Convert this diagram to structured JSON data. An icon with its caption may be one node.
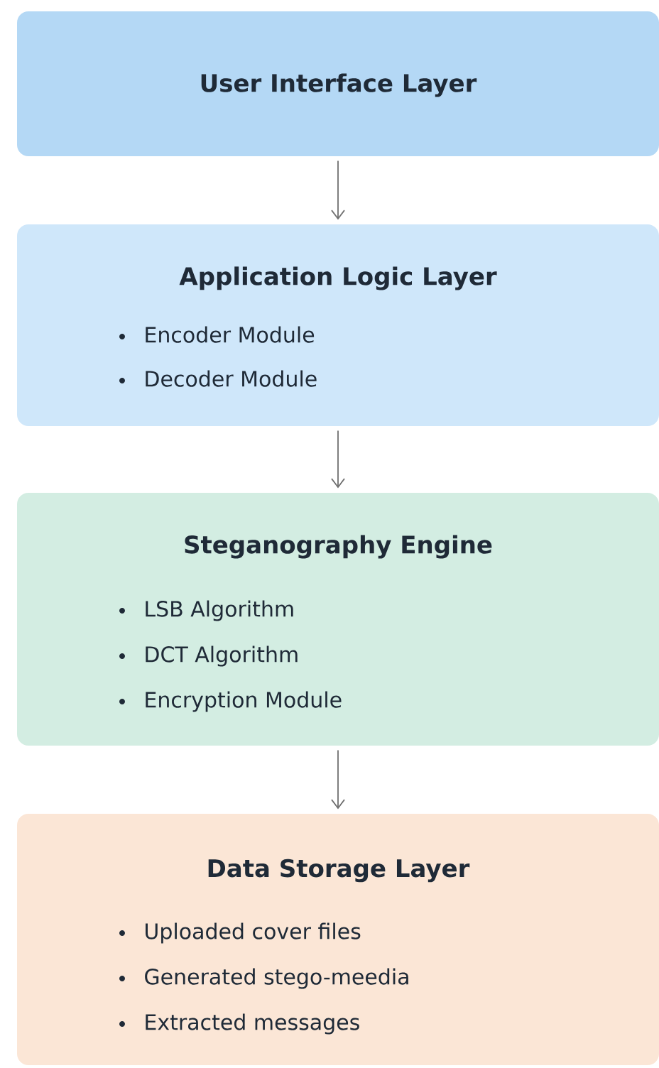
{
  "diagram": {
    "nodes": [
      {
        "text": [
          "User Interface Layer"
        ]
      },
      {
        "text": [
          "Application Logic Layer",
          "Encoder Module",
          "Decoder Module"
        ]
      },
      {
        "text": [
          "Steganography Engine",
          "LSB Algorithm",
          "DCT Algorithm",
          "Encryption Module"
        ]
      },
      {
        "text": [
          "Data Storage Layer",
          "Uploaded cover files",
          "Generated stego-meedia",
          "Extracted messages"
        ]
      }
    ],
    "edges": [
      {
        "from": 0,
        "to": 1,
        "arrow": "to"
      },
      {
        "from": 1,
        "to": 2,
        "arrow": "to"
      },
      {
        "from": 2,
        "to": 3,
        "arrow": "to"
      }
    ]
  }
}
